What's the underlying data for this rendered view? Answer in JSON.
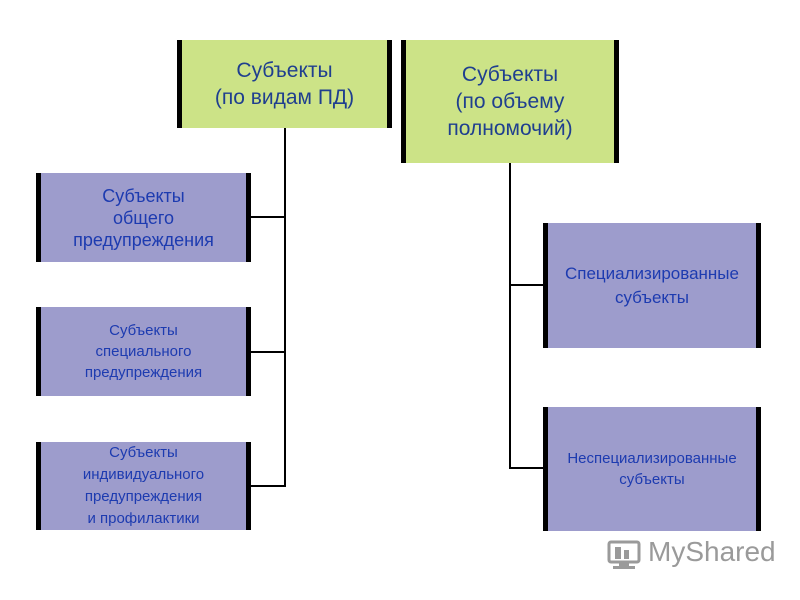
{
  "diagram": {
    "left_header": "Субъекты\n(по видам ПД)",
    "right_header": "Субъекты\n(по объему\nполномочий)",
    "left_items": [
      "Субъекты\nобщего\nпредупреждения",
      "Субъекты\nспециального\nпредупреждения",
      "Субъекты\nиндивидуального\nпредупреждения\nи профилактики"
    ],
    "right_items": [
      "Специализированные\nсубъекты",
      "Неспециализированные\nсубъекты"
    ]
  },
  "watermark": {
    "text": "MyShared"
  },
  "colors": {
    "header_fill": "#cce387",
    "item_fill": "#9d9ccc",
    "item_text": "#1d3bb0",
    "header_text": "#1f3f8f"
  }
}
